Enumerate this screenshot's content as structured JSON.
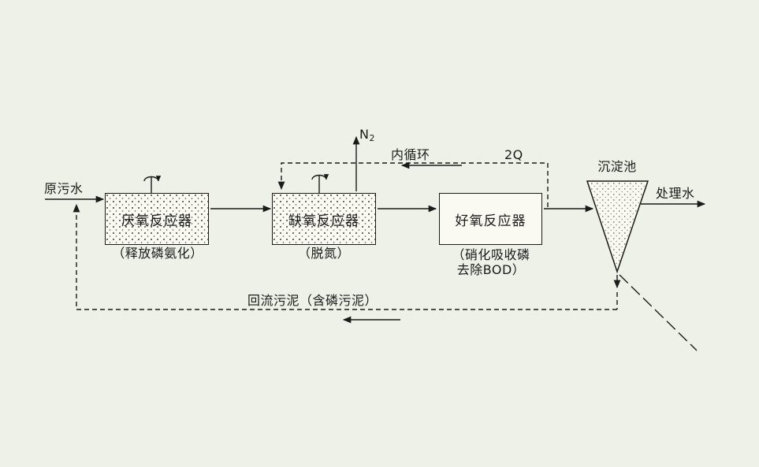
{
  "diagram_type": "a2o-wastewater-treatment-process-flow",
  "colors": {
    "background": "#edf1e7",
    "line": "#1b1b1b",
    "box_fill": "#fafaf3"
  },
  "labels": {
    "raw_water": "原污水",
    "treated_water": "处理水",
    "internal_recycle": "内循环",
    "flow_2q": "2Q",
    "n2_base": "N",
    "n2_sub": "2",
    "sedimentation_tank": "沉淀池",
    "return_sludge": "回流污泥（含磷污泥）"
  },
  "units": {
    "anaerobic": {
      "name": "厌氧反应器",
      "note": "（释放磷氨化）"
    },
    "anoxic": {
      "name": "缺氧反应器",
      "note": "（脱氮）"
    },
    "aerobic": {
      "name": "好氧反应器",
      "note_line1": "（硝化吸收磷",
      "note_line2": "去除BOD）"
    }
  }
}
